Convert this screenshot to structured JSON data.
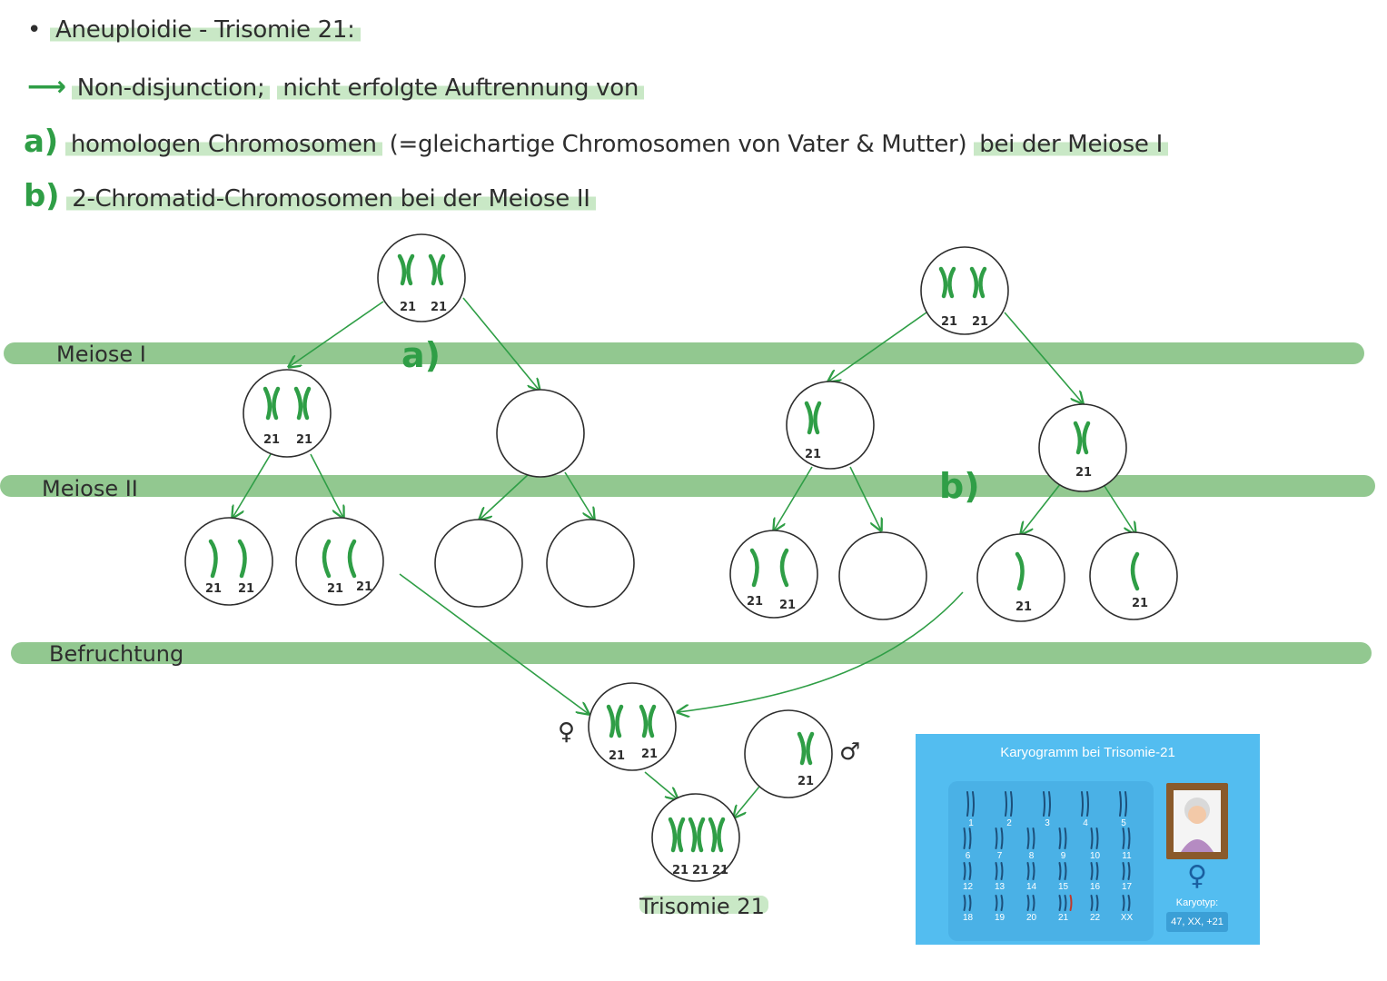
{
  "notes": {
    "title": "Aneuploidie - Trisomie 21:",
    "nondisjunction_term": "Non-disjunction;",
    "nondisjunction_text": "nicht erfolgte Auftrennung von",
    "a_marker": "a)",
    "a_term": "homologen Chromosomen",
    "a_paren": "(=gleichartige Chromosomen von Vater & Mutter)",
    "a_suffix": "bei der Meiose I",
    "b_marker": "b)",
    "b_text": "2-Chromatid-Chromosomen bei der Meiose II"
  },
  "stages": {
    "meiose1": "Meiose I",
    "meiose2": "Meiose II",
    "befruchtung": "Befruchtung"
  },
  "labels": {
    "chromosome": "21",
    "marker_a": "a)",
    "marker_b": "b)",
    "female_symbol": "♀",
    "male_symbol": "♂",
    "result": "Trisomie 21"
  },
  "karyogram": {
    "title": "Karyogramm bei Trisomie-21",
    "numbers": [
      "1",
      "2",
      "3",
      "4",
      "5",
      "6",
      "7",
      "8",
      "9",
      "10",
      "11",
      "12",
      "13",
      "14",
      "15",
      "16",
      "17",
      "18",
      "19",
      "20",
      "21",
      "22",
      "XX"
    ],
    "karyotyp_label": "Karyotyp:",
    "karyotyp_value": "47, XX, +21",
    "symbol": "♀"
  },
  "colors": {
    "green": "#2f9e46",
    "band": "#92c890",
    "highlight": "#c9e8c6",
    "karyo_bg": "#53bdf0"
  }
}
